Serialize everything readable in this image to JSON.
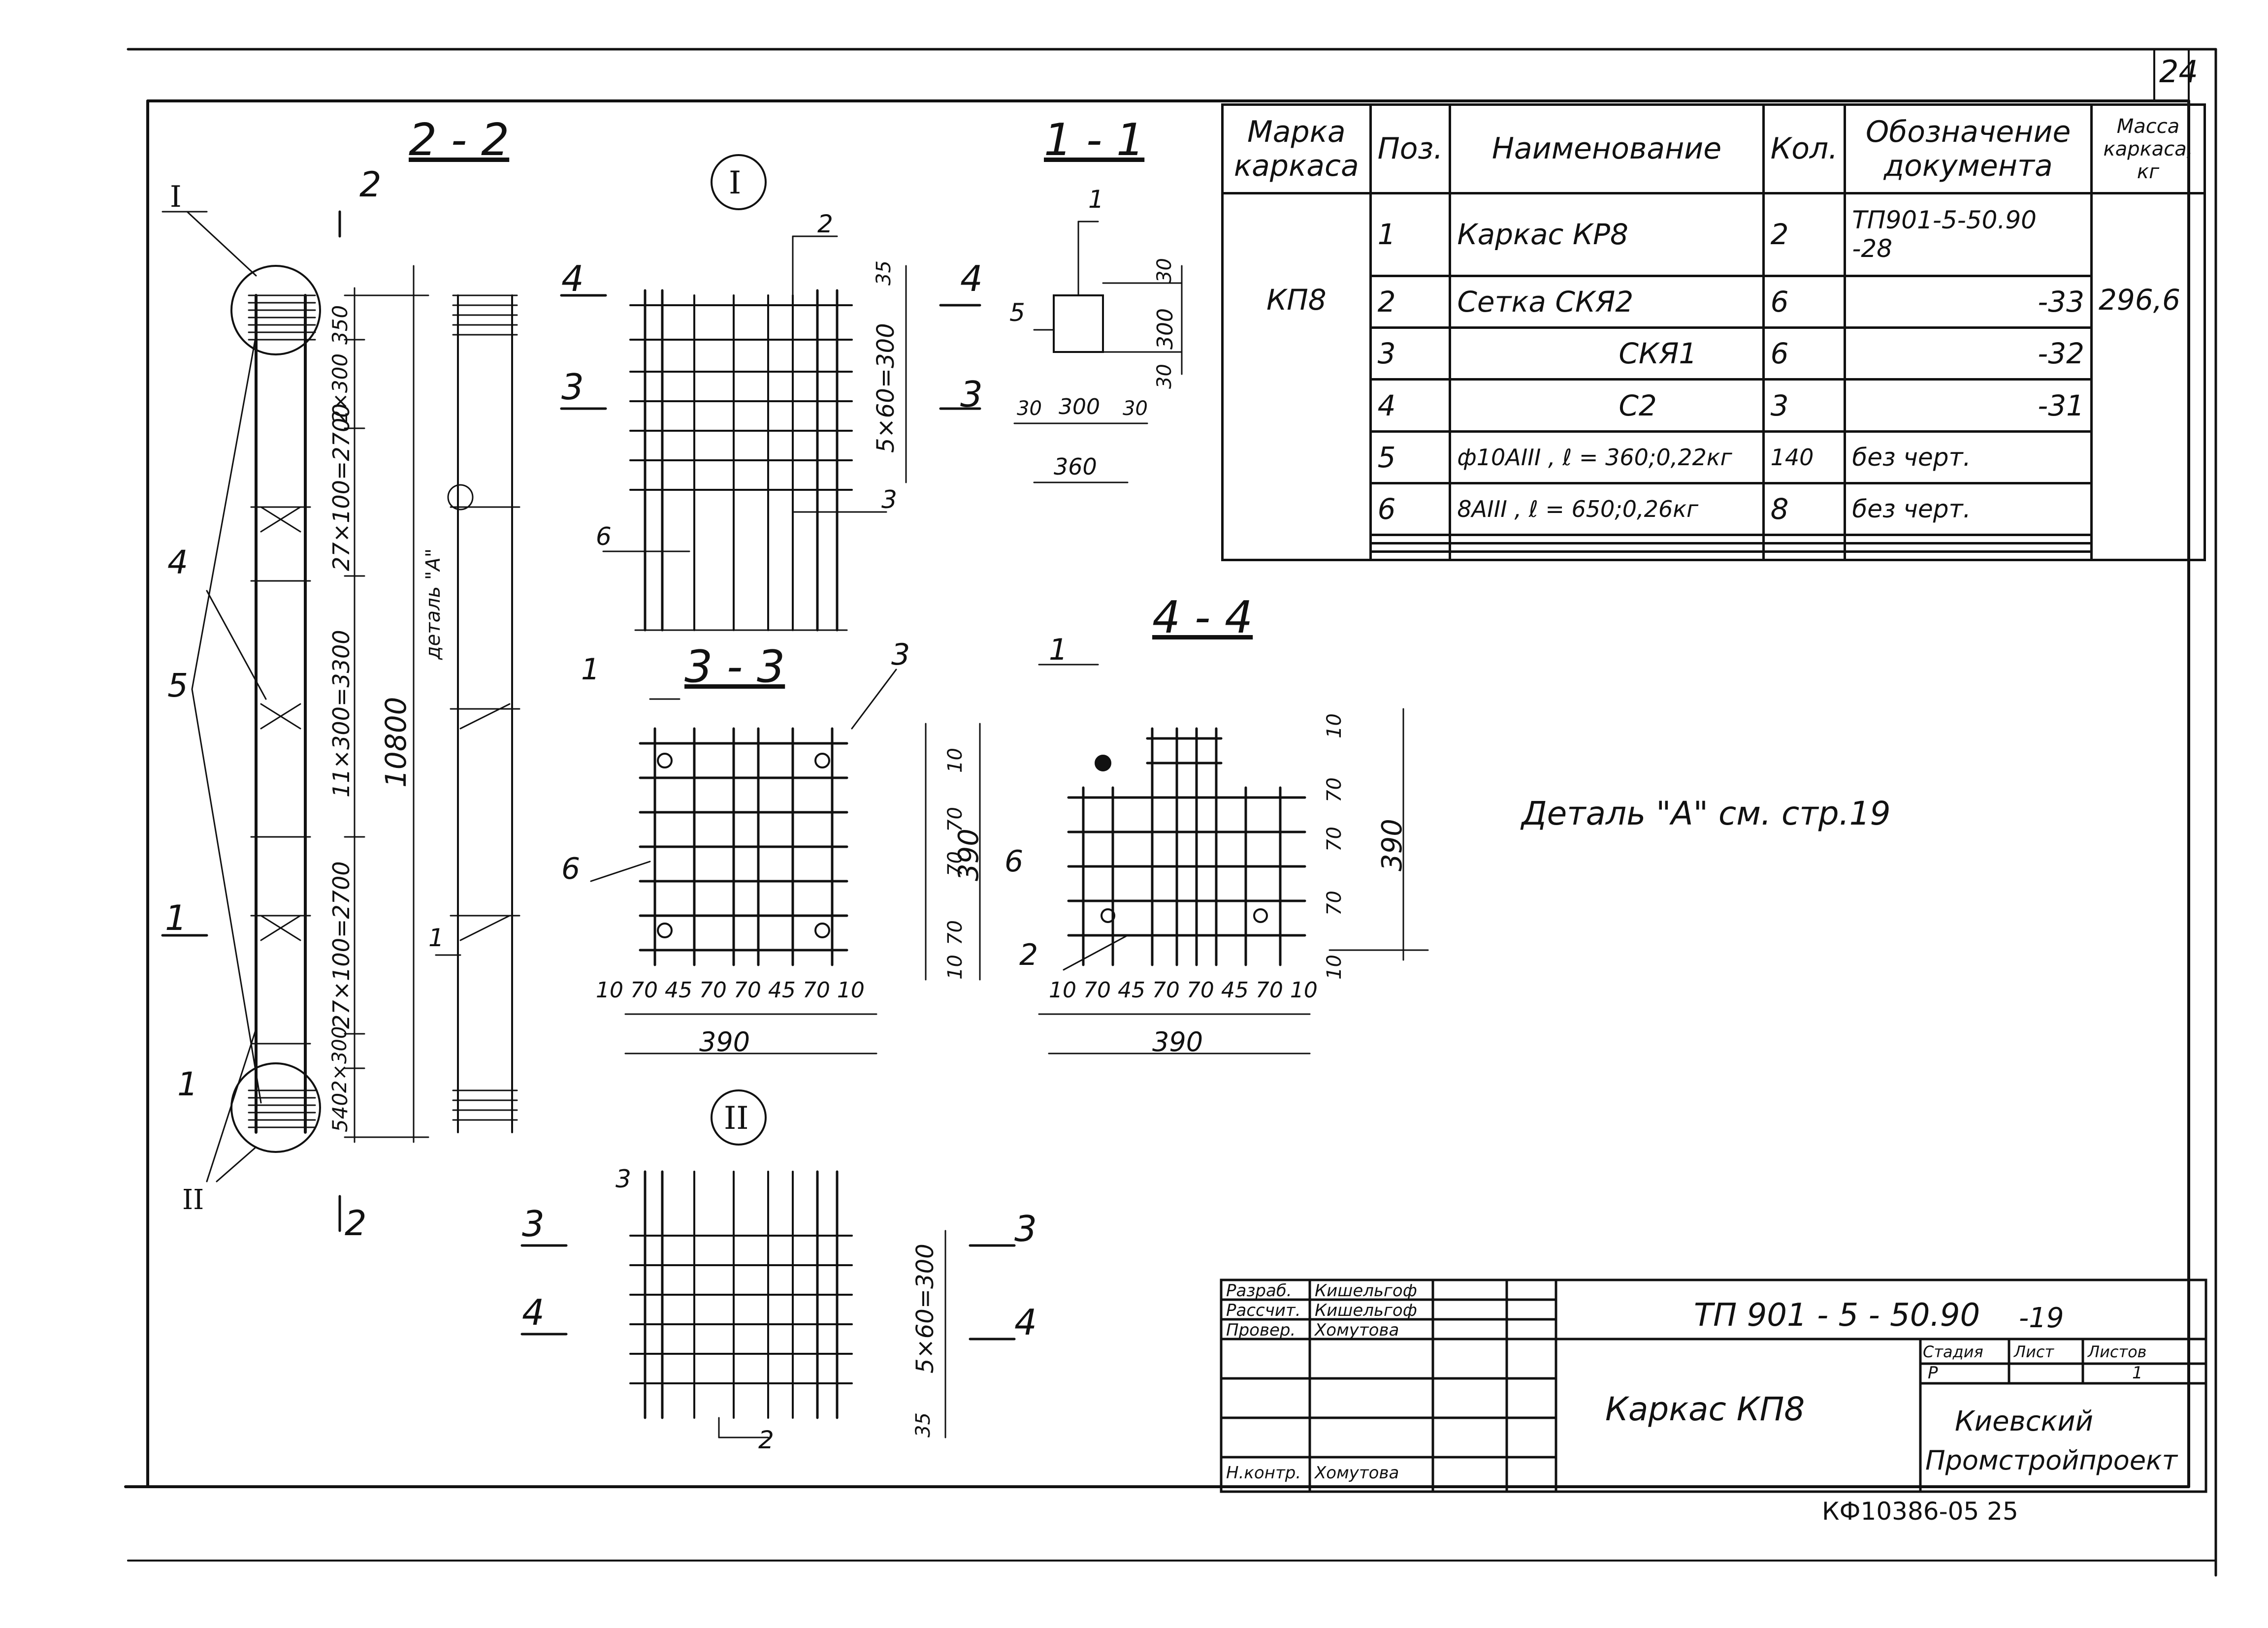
{
  "sheet_number": "24",
  "sections": {
    "s22": "2 - 2",
    "s11": "1 - 1",
    "s33": "3 - 3",
    "s44": "4 - 4",
    "node1": "I",
    "node2": "II"
  },
  "dimensions": {
    "d350": "350",
    "d2x300_top": "2×300",
    "d2700_top": "27×100=2700",
    "d3300": "11×300=3300",
    "d2700_bot": "27×100=2700",
    "d2x300_bot": "2×300",
    "d540": "540",
    "d10800": "10800",
    "detail_a": "деталь \"А\"",
    "d35": "35",
    "d5x60": "5×60=300",
    "d30": "30",
    "d300": "300",
    "d360": "360",
    "d390": "390",
    "d10": "10",
    "d70": "70",
    "d45": "45",
    "bottom_dims": "10  70 45 70  70 45 70  10"
  },
  "callouts": {
    "c1": "1",
    "c2": "2",
    "c3": "3",
    "c4": "4",
    "c5": "5",
    "c6": "6"
  },
  "detail_note": "Деталь \"А\" см. стр.19",
  "spec_table": {
    "headers": [
      "Марка каркаса",
      "Поз.",
      "Наименование",
      "Кол.",
      "Обозначение документа",
      "Масса каркаса, кг"
    ],
    "mark": "КП8",
    "mass": "296,6",
    "rows": [
      {
        "pos": "1",
        "name": "Каркас  КР8",
        "qty": "2",
        "doc": "ТП901-5-50.90 -28"
      },
      {
        "pos": "2",
        "name": "Сетка  СКЯ2",
        "qty": "6",
        "doc": "-33"
      },
      {
        "pos": "3",
        "name": "СКЯ1",
        "qty": "6",
        "doc": "-32"
      },
      {
        "pos": "4",
        "name": "С2",
        "qty": "3",
        "doc": "-31"
      },
      {
        "pos": "5",
        "name": "ф10AIII ,  ℓ = 360;0,22кг",
        "qty": "140",
        "doc": "без черт."
      },
      {
        "pos": "6",
        "name": "8AIII ,  ℓ = 650;0,26кг",
        "qty": "8",
        "doc": "без черт."
      }
    ]
  },
  "stamp": {
    "roles": [
      "Разраб.",
      "Рассчит.",
      "Провер.",
      "",
      "",
      "Н.контр."
    ],
    "names": [
      "Кишельгоф",
      "Кишельгоф",
      "Хомутова",
      "",
      "",
      "Хомутова"
    ],
    "code": "ТП 901 - 5 - 50.90",
    "code_suffix": "-19",
    "title": "Каркас   КП8",
    "stage_label": "Стадия",
    "sheet_label": "Лист",
    "sheets_label": "Листов",
    "stage": "Р",
    "sheets": "1",
    "org_line1": "Киевский",
    "org_line2": "Промстройпроект"
  },
  "footer_code": "КФ10386-05     25"
}
